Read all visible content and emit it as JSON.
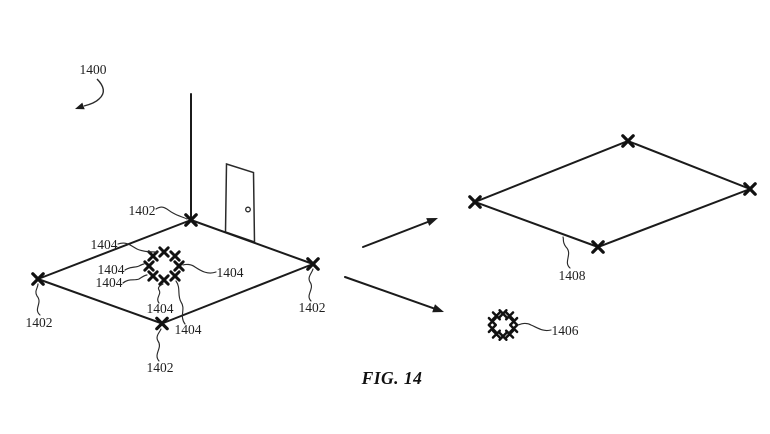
{
  "figure": {
    "caption": "FIG. 14",
    "figure_number_label": "1400",
    "room": {
      "corner_marker_labels": [
        "1402",
        "1402",
        "1402",
        "1402"
      ],
      "feature_point_labels": [
        "1404",
        "1404",
        "1404",
        "1404",
        "1404",
        "1404"
      ]
    },
    "extracted": {
      "plane_label": "1408",
      "cluster_label": "1406"
    },
    "colors": {
      "ink": "#1b1b1b",
      "background": "#ffffff"
    }
  }
}
